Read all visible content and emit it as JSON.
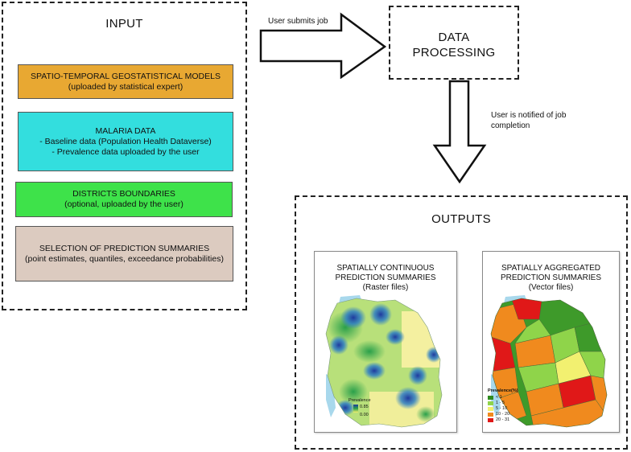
{
  "input": {
    "title": "INPUT",
    "boxes": [
      {
        "heading": "SPATIO-TEMPORAL GEOSTATISTICAL MODELS",
        "lines": [
          "(uploaded by statistical expert)"
        ],
        "color": "#e8a832"
      },
      {
        "heading": "MALARIA DATA",
        "lines": [
          "- Baseline data (Population Health Dataverse)",
          "- Prevalence data uploaded by the user"
        ],
        "color": "#33dede"
      },
      {
        "heading": "DISTRICTS BOUNDARIES",
        "lines": [
          "(optional, uploaded by the user)"
        ],
        "color": "#3ee24a"
      },
      {
        "heading": "SELECTION OF PREDICTION SUMMARIES",
        "lines": [
          "(point estimates, quantiles, exceedance probabilities)"
        ],
        "color": "#dccbc0"
      }
    ]
  },
  "arrows": {
    "submit_label": "User submits job",
    "notify_label": "User is notified of job completion"
  },
  "processing": {
    "line1": "DATA",
    "line2": "PROCESSING"
  },
  "outputs": {
    "title": "OUTPUTS",
    "panels": [
      {
        "line1": "SPATIALLY CONTINUOUS",
        "line2": "PREDICTION SUMMARIES",
        "line3": "(Raster files)"
      },
      {
        "line1": "SPATIALLY AGGREGATED",
        "line2": "PREDICTION SUMMARIES",
        "line3": "(Vector files)"
      }
    ],
    "raster_legend": {
      "title": "Prevalence",
      "max": "0.85",
      "min": "0.00"
    },
    "vector_legend": {
      "title": "Prevalence(%)",
      "items": [
        {
          "label": "< 1",
          "color": "#2e8b1e"
        },
        {
          "label": "1 - 5",
          "color": "#8fd44a"
        },
        {
          "label": "5 - 10",
          "color": "#f2f070"
        },
        {
          "label": "10 - 20",
          "color": "#f08a1e"
        },
        {
          "label": "20 - 31",
          "color": "#e01818"
        }
      ]
    }
  }
}
